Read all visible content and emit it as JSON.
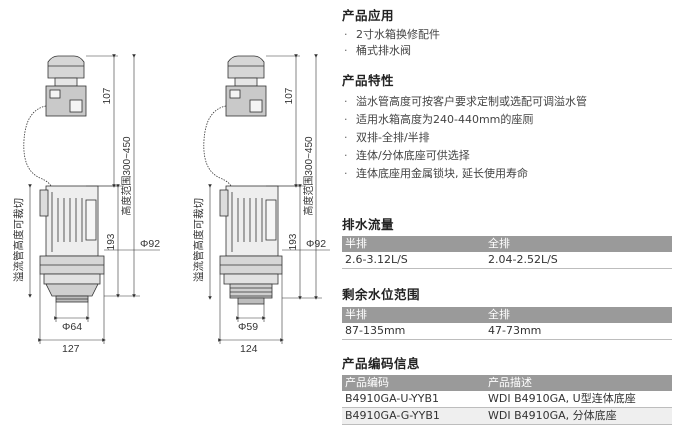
{
  "drawing": {
    "left": {
      "dim_top": "107",
      "dim_range": "高度范围300~450",
      "dim_193": "193",
      "dim_width": "127",
      "dim_dia_small": "Φ64",
      "dim_dia_large": "Φ92",
      "cut_label": "溢流管高度可裁切"
    },
    "right": {
      "dim_top": "107",
      "dim_range": "高度范围300~450",
      "dim_193": "193",
      "dim_width": "124",
      "dim_dia_small": "Φ59",
      "dim_dia_large": "Φ92",
      "cut_label": "溢流管高度可裁切"
    }
  },
  "application": {
    "title": "产品应用",
    "items": [
      "2寸水箱换修配件",
      "桶式排水阀"
    ]
  },
  "features": {
    "title": "产品特性",
    "items": [
      "溢水管高度可按客户要求定制或选配可调溢水管",
      "适用水箱高度为240-440mm的座厕",
      "双排-全排/半排",
      "连体/分体底座可供选择",
      "连体底座用金属锁块, 延长使用寿命"
    ]
  },
  "flow": {
    "title": "排水流量",
    "headers": [
      "半排",
      "全排"
    ],
    "row": [
      "2.6-3.12L/S",
      "2.04-2.52L/S"
    ]
  },
  "water_level": {
    "title": "剩余水位范围",
    "headers": [
      "半排",
      "全排"
    ],
    "row": [
      "87-135mm",
      "47-73mm"
    ]
  },
  "codes": {
    "title": "产品编码信息",
    "headers": [
      "产品编码",
      "产品描述"
    ],
    "rows": [
      [
        "B4910GA-U-YYB1",
        "WDI B4910GA, U型连体底座"
      ],
      [
        "B4910GA-G-YYB1",
        "WDI B4910GA, 分体底座"
      ]
    ]
  },
  "colors": {
    "header_bg": "#9a9a9a",
    "row_alt": "#efefef",
    "line": "#bdbdbd"
  }
}
